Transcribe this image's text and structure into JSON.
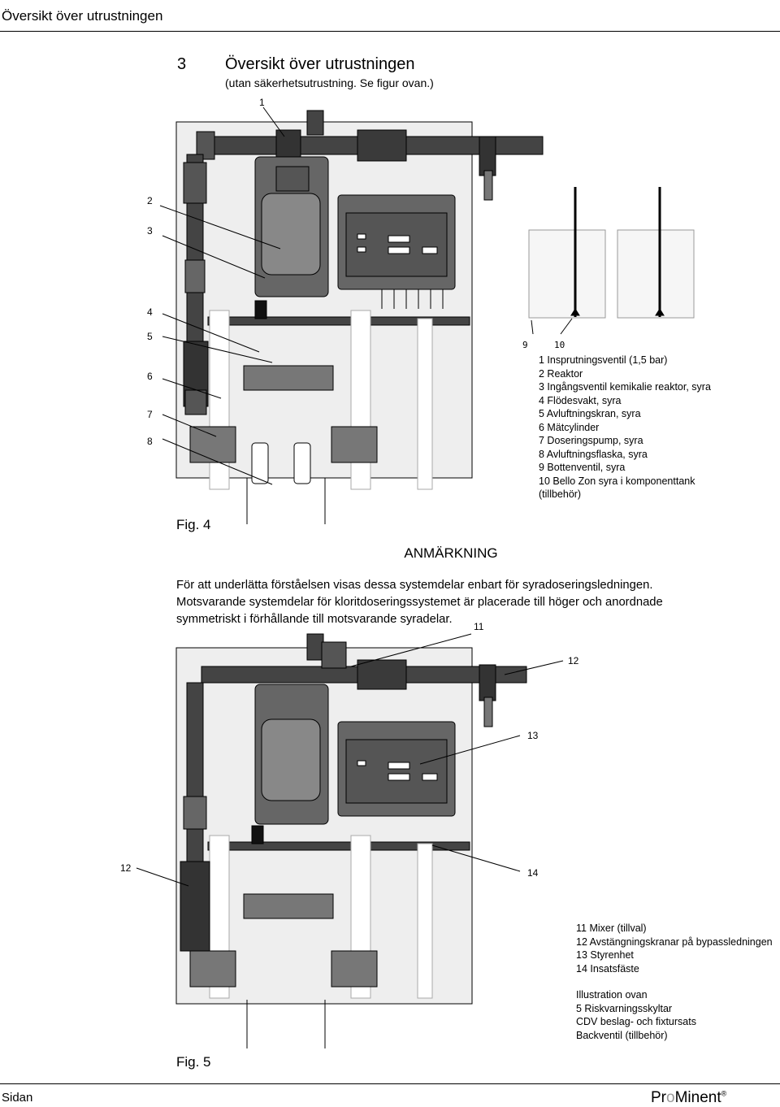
{
  "header": {
    "running_title": "Översikt över utrustningen"
  },
  "section": {
    "number": "3",
    "title": "Översikt över utrustningen",
    "subtitle": "(utan säkerhetsutrustning. Se figur ovan.)"
  },
  "figure4": {
    "caption": "Fig. 4",
    "callouts": [
      "1",
      "2",
      "3",
      "4",
      "5",
      "6",
      "7",
      "8",
      "9",
      "10"
    ],
    "legend": [
      "1 Insprutningsventil (1,5 bar)",
      "2 Reaktor",
      "3 Ingångsventil kemikalie reaktor, syra",
      "4 Flödesvakt, syra",
      "5 Avluftningskran, syra",
      "6 Mätcylinder",
      "7 Doseringspump, syra",
      "8 Avluftningsflaska, syra",
      "9 Bottenventil, syra",
      "10 Bello Zon syra i komponenttank",
      "(tillbehör)"
    ]
  },
  "note": {
    "title": "ANMÄRKNING",
    "body": "För att underlätta förståelsen visas dessa systemdelar enbart för syradoseringsledningen. Motsvarande systemdelar för kloritdoseringssystemet är placerade till höger och anordnade symmetriskt i förhållande till motsvarande syradelar."
  },
  "figure5": {
    "caption": "Fig. 5",
    "callouts": [
      "11",
      "12",
      "13",
      "12",
      "14"
    ],
    "legend": [
      "11 Mixer (tillval)",
      "12 Avstängningskranar på bypassledningen",
      "13 Styrenhet",
      "14 Insatsfäste"
    ],
    "legend2": [
      "Illustration ovan",
      "5 Riskvarningsskyltar",
      "CDV beslag- och fixtursats",
      "Backventil (tillbehör)"
    ]
  },
  "footer": {
    "left": "Sidan",
    "brand_pro": "Pr",
    "brand_o": "o",
    "brand_rest": "Minent",
    "brand_reg": "®"
  }
}
